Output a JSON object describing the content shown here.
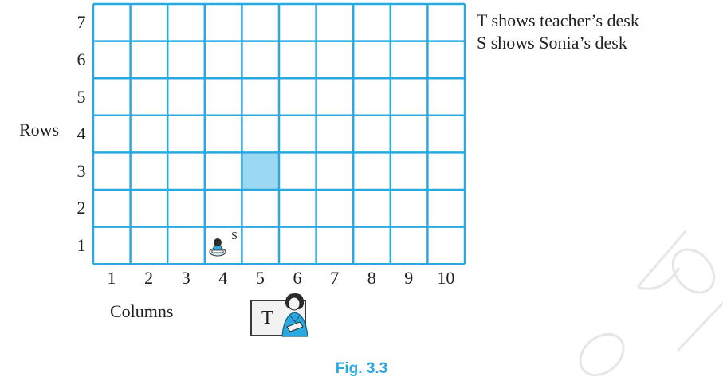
{
  "grid": {
    "columns": 10,
    "rows": 7,
    "line_color": "#29a9e0",
    "highlight_color": "#9bd8f2",
    "highlight_cell": {
      "column": 5,
      "row": 3
    },
    "row_labels": [
      "7",
      "6",
      "5",
      "4",
      "3",
      "2",
      "1"
    ],
    "column_labels": [
      "1",
      "2",
      "3",
      "4",
      "5",
      "6",
      "7",
      "8",
      "9",
      "10"
    ]
  },
  "axis_titles": {
    "rows": "Rows",
    "columns": "Columns"
  },
  "legend": {
    "line1": "T shows teacher’s desk",
    "line2": "S shows Sonia’s desk"
  },
  "markers": {
    "sonia": {
      "label": "S",
      "column": 4,
      "row": 1
    },
    "teacher": {
      "label": "T"
    }
  },
  "caption": "Fig. 3.3",
  "watermark_color": "#e6e6e6"
}
